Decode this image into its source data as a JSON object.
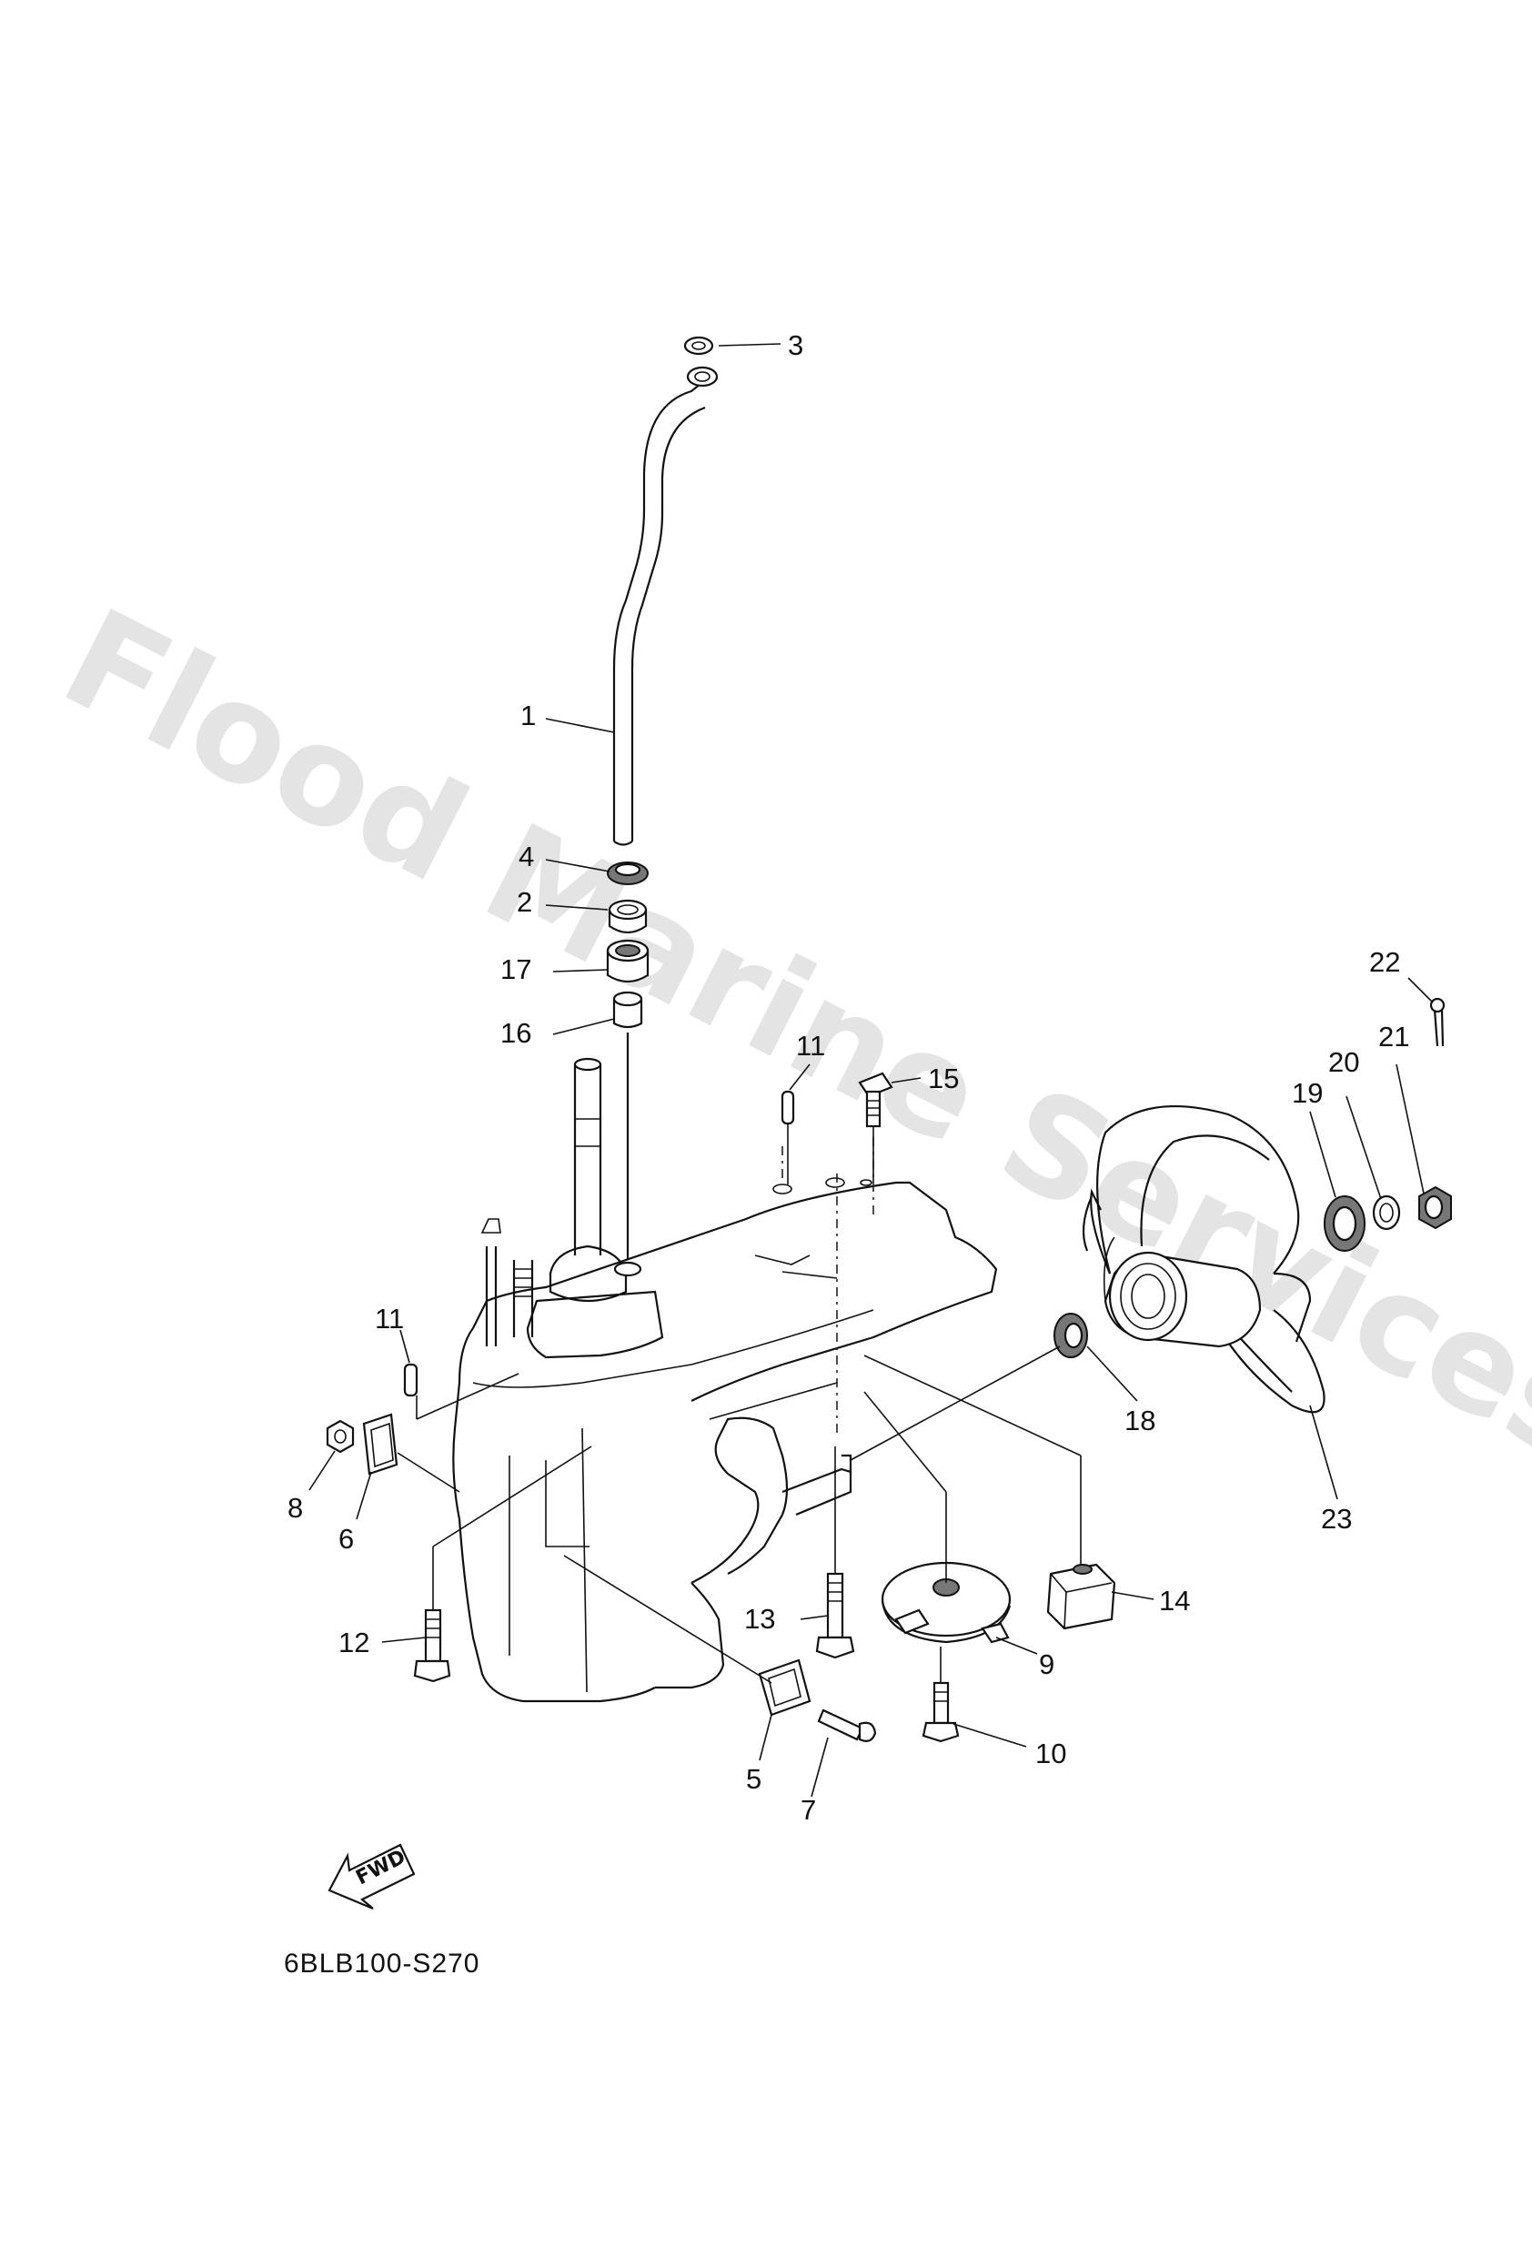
{
  "watermark": "Flood Marine Services",
  "diagram_code": "6BLB100-S270",
  "fwd_label": "FWD",
  "callouts": [
    "1",
    "2",
    "3",
    "4",
    "5",
    "6",
    "7",
    "8",
    "9",
    "10",
    "11",
    "11",
    "12",
    "13",
    "14",
    "15",
    "16",
    "17",
    "18",
    "19",
    "20",
    "21",
    "22",
    "23"
  ]
}
